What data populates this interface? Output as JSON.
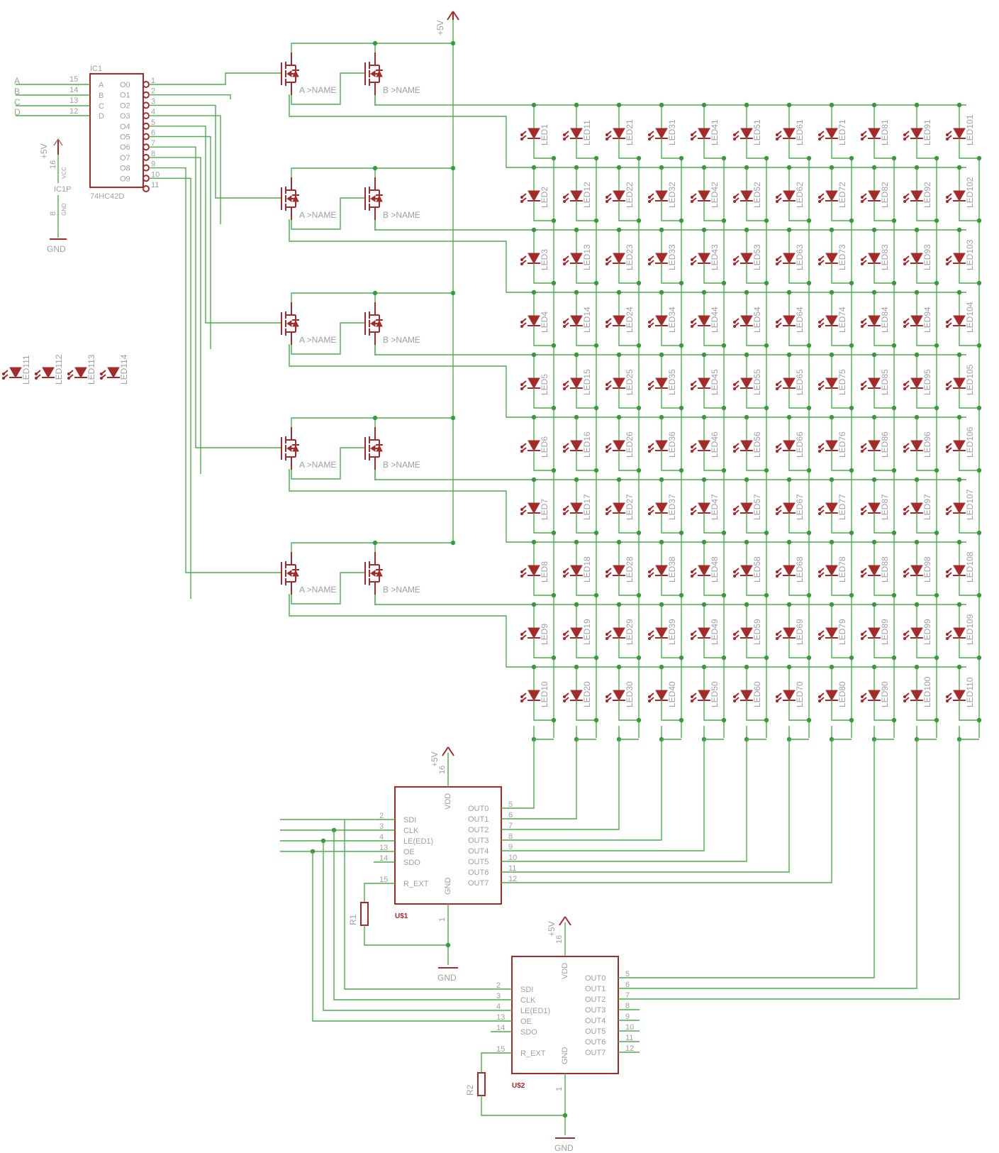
{
  "decoder": {
    "ref": "IC1",
    "value": "74HC42D",
    "inputs": [
      {
        "net": "A",
        "label": "A",
        "pin": "15"
      },
      {
        "net": "B",
        "label": "B",
        "pin": "14"
      },
      {
        "net": "C",
        "label": "C",
        "pin": "13"
      },
      {
        "net": "D",
        "label": "D",
        "pin": "12"
      }
    ],
    "outputs": [
      {
        "label": "O0",
        "pin": "1"
      },
      {
        "label": "O1",
        "pin": "2"
      },
      {
        "label": "O2",
        "pin": "3"
      },
      {
        "label": "O3",
        "pin": "4"
      },
      {
        "label": "O4",
        "pin": "5"
      },
      {
        "label": "O5",
        "pin": "6"
      },
      {
        "label": "O6",
        "pin": "7"
      },
      {
        "label": "O7",
        "pin": "8"
      },
      {
        "label": "O8",
        "pin": "9"
      },
      {
        "label": "O9",
        "pin": "10"
      },
      {
        "label": "",
        "pin": "11"
      }
    ]
  },
  "power_unit": {
    "ref": "IC1P",
    "supply": "+5V",
    "vcc_pin": "16",
    "vcc_label": "VCC",
    "gnd_pin": "8",
    "gnd_label": "GND",
    "ground": "GND"
  },
  "supply_label": "+5V",
  "ground_label": "GND",
  "mosfet_labels": {
    "a": "A >NAME",
    "b": "B >NAME"
  },
  "mosfet_rows": 5,
  "loose_leds": [
    "LED111",
    "LED112",
    "LED113",
    "LED114"
  ],
  "led_matrix": {
    "columns": 11,
    "rows": 10,
    "names": [
      [
        "LED1",
        "LED11",
        "LED21",
        "LED31",
        "LED41",
        "LED51",
        "LED61",
        "LED71",
        "LED81",
        "LED91",
        "LED101"
      ],
      [
        "LED2",
        "LED12",
        "LED22",
        "LED32",
        "LED42",
        "LED52",
        "LED62",
        "LED72",
        "LED82",
        "LED92",
        "LED102"
      ],
      [
        "LED3",
        "LED13",
        "LED23",
        "LED33",
        "LED43",
        "LED53",
        "LED63",
        "LED73",
        "LED83",
        "LED93",
        "LED103"
      ],
      [
        "LED4",
        "LED14",
        "LED24",
        "LED34",
        "LED44",
        "LED54",
        "LED64",
        "LED74",
        "LED84",
        "LED94",
        "LED104"
      ],
      [
        "LED5",
        "LED15",
        "LED25",
        "LED35",
        "LED45",
        "LED55",
        "LED65",
        "LED75",
        "LED85",
        "LED95",
        "LED105"
      ],
      [
        "LED6",
        "LED16",
        "LED26",
        "LED36",
        "LED46",
        "LED56",
        "LED66",
        "LED76",
        "LED86",
        "LED96",
        "LED106"
      ],
      [
        "LED7",
        "LED17",
        "LED27",
        "LED37",
        "LED47",
        "LED57",
        "LED67",
        "LED77",
        "LED87",
        "LED97",
        "LED107"
      ],
      [
        "LED8",
        "LED18",
        "LED28",
        "LED38",
        "LED48",
        "LED58",
        "LED68",
        "LED78",
        "LED88",
        "LED98",
        "LED108"
      ],
      [
        "LED9",
        "LED19",
        "LED29",
        "LED39",
        "LED49",
        "LED59",
        "LED69",
        "LED79",
        "LED89",
        "LED99",
        "LED109"
      ],
      [
        "LED10",
        "LED20",
        "LED30",
        "LED40",
        "LED50",
        "LED60",
        "LED70",
        "LED80",
        "LED90",
        "LED100",
        "LED110"
      ]
    ]
  },
  "drivers": [
    {
      "ref": "U$1",
      "resistor": "R1",
      "vdd_pin": "16",
      "gnd_pin": "1",
      "vdd_label": "VDD",
      "gnd_label": "GND"
    },
    {
      "ref": "U$2",
      "resistor": "R2",
      "vdd_pin": "16",
      "gnd_pin": "1",
      "vdd_label": "VDD",
      "gnd_label": "GND"
    }
  ],
  "driver_left_pins": [
    {
      "label": "SDI",
      "pin": "2"
    },
    {
      "label": "CLK",
      "pin": "3"
    },
    {
      "label": "LE(ED1)",
      "pin": "4"
    },
    {
      "label": "OE",
      "pin": "13"
    },
    {
      "label": "SDO",
      "pin": "14"
    },
    {
      "label": "R_EXT",
      "pin": "15"
    }
  ],
  "driver_right_pins": [
    {
      "label": "OUT0",
      "pin": "5"
    },
    {
      "label": "OUT1",
      "pin": "6"
    },
    {
      "label": "OUT2",
      "pin": "7"
    },
    {
      "label": "OUT3",
      "pin": "8"
    },
    {
      "label": "OUT4",
      "pin": "9"
    },
    {
      "label": "OUT5",
      "pin": "10"
    },
    {
      "label": "OUT6",
      "pin": "11"
    },
    {
      "label": "OUT7",
      "pin": "12"
    }
  ]
}
